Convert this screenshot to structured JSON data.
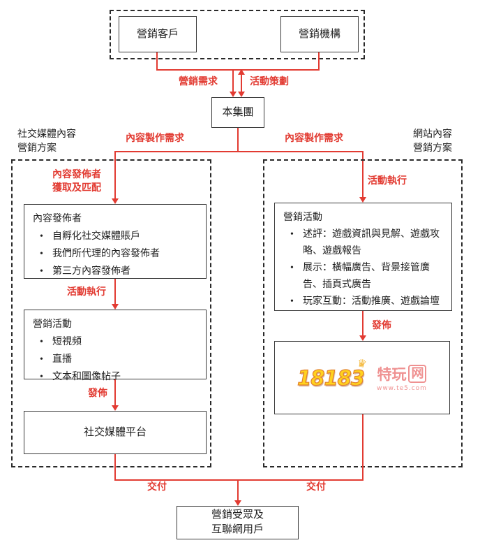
{
  "colors": {
    "accent_red": "#e23b32",
    "line_black": "#3a3a3a",
    "logo_yellow": "#ffd21e",
    "logo_outline": "#e2812c",
    "logo_pink": "#ef9191"
  },
  "top_group": {
    "client": "營銷客戶",
    "agency": "營銷機構",
    "demand_label": "營銷需求",
    "planning_label": "活動策劃"
  },
  "group": {
    "name": "本集團"
  },
  "branch": {
    "left_label": "內容製作需求",
    "right_label": "內容製作需求"
  },
  "left": {
    "section_title": [
      "社交媒體內容",
      "營銷方案"
    ],
    "acquire_label": [
      "內容發佈者",
      "獲取及匹配"
    ],
    "publishers": {
      "title": "內容發佈者",
      "bullets": [
        "自孵化社交媒體賬戶",
        "我們所代理的內容發佈者",
        "第三方內容發佈者"
      ]
    },
    "execution_label": "活動執行",
    "activities": {
      "title": "營銷活動",
      "bullets": [
        "短視頻",
        "直播",
        "文本和圖像帖子"
      ]
    },
    "publish_label": "發佈",
    "platform": "社交媒體平台"
  },
  "right": {
    "section_title": [
      "網站內容",
      "營銷方案"
    ],
    "execution_label": "活動執行",
    "activities": {
      "title": "營銷活動",
      "bullets": [
        "述評：遊戲資訊與見解、遊戲攻略、遊戲報告",
        "展示：橫幅廣告、背景接管廣告、插頁式廣告",
        "玩家互動：活動推廣、遊戲論壇"
      ]
    },
    "publish_label": "發佈",
    "platforms": {
      "brand_18183": "18183",
      "crown_icon": "♛",
      "brand_te5_prefix": "特玩",
      "brand_te5_suffix": "网",
      "brand_te5_url": "www.te5.com"
    }
  },
  "bottom": {
    "deliver_left": "交付",
    "deliver_right": "交付",
    "audience": [
      "營銷受眾及",
      "互聯網用戶"
    ]
  }
}
